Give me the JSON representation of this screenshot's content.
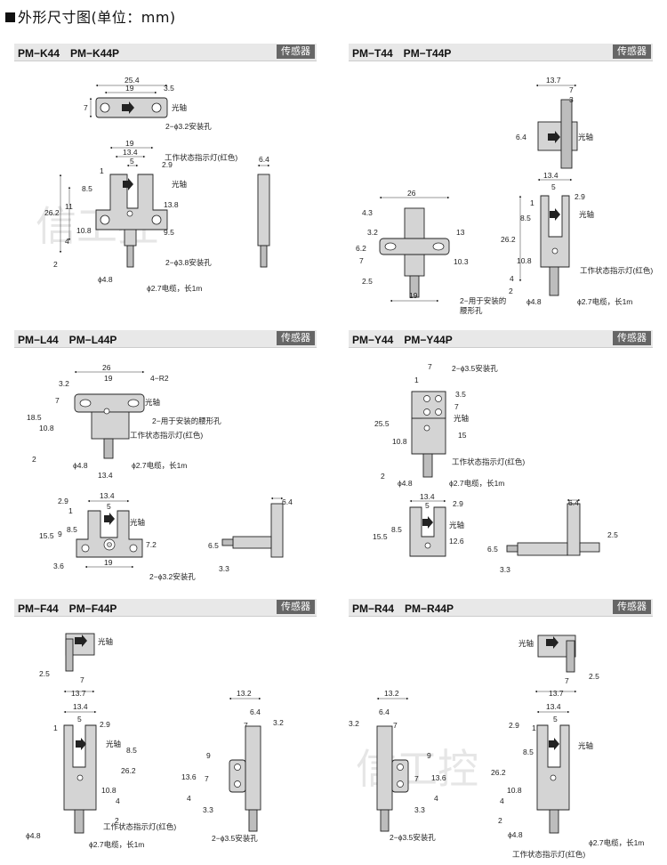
{
  "title": "外形尺寸图(单位：mm)",
  "tag": "传感器",
  "watermark": "信工控",
  "labels": {
    "axis": "光轴",
    "indicator": "工作状态指示灯(红色)",
    "cable": "ϕ2.7电缆，长1m",
    "mount32": "2−ϕ3.2安装孔",
    "mount38": "2−ϕ3.8安装孔",
    "mount35": "2−ϕ3.5安装孔",
    "waist1": "2−用于安装的",
    "waist2": "腰形孔",
    "waistfull": "2−用于安装的腰形孔",
    "phi48": "ϕ4.8",
    "r2": "4−R2"
  },
  "sections": [
    {
      "model": "PM−K44　PM−K44P"
    },
    {
      "model": "PM−T44　PM−T44P"
    },
    {
      "model": "PM−L44　PM−L44P"
    },
    {
      "model": "PM−Y44　PM−Y44P"
    },
    {
      "model": "PM−F44　PM−F44P"
    },
    {
      "model": "PM−R44　PM−R44P"
    }
  ]
}
